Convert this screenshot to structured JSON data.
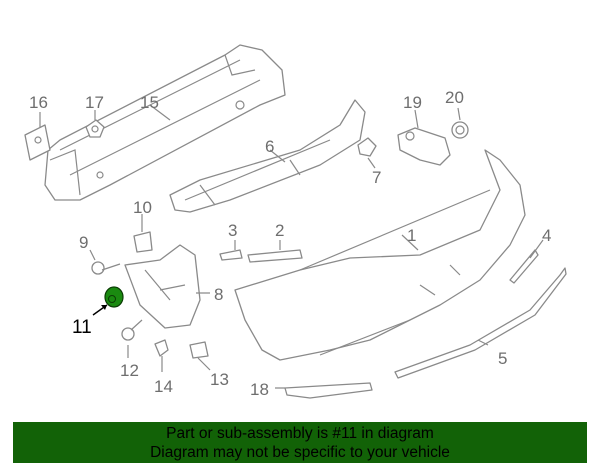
{
  "diagram": {
    "labels": [
      "1",
      "2",
      "3",
      "4",
      "5",
      "6",
      "7",
      "8",
      "9",
      "10",
      "11",
      "12",
      "13",
      "14",
      "15",
      "16",
      "17",
      "18",
      "19",
      "20"
    ],
    "highlighted_part": "11",
    "highlight_color": "#1a8a10"
  },
  "banner": {
    "line1": "Part or sub-assembly is #11 in diagram",
    "line2": "Diagram may not be specific to your vehicle",
    "color": "#126207"
  }
}
